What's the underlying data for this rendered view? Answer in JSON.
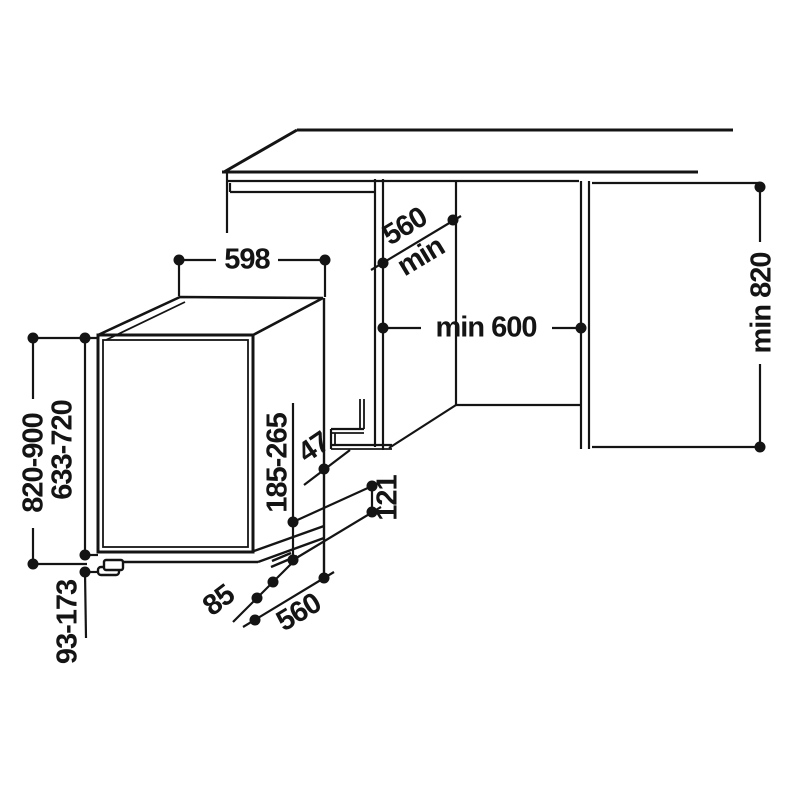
{
  "figure": {
    "kind": "built-in appliance installation dimension drawing",
    "background": "#ffffff",
    "line_color": "#141414",
    "labels": {
      "appliance_width": "598",
      "niche_depth_value": "560",
      "niche_depth_suffix": "min",
      "niche_width": "min 600",
      "niche_height": "min 820",
      "overall_height_range": "820-900",
      "door_panel_height_range": "633-720",
      "plinth_recess_range": "185-265",
      "rear_clearance": "47",
      "rear_foot_height": "121",
      "front_offset": "85",
      "appliance_depth": "560",
      "foot_height_range": "93-173"
    }
  }
}
